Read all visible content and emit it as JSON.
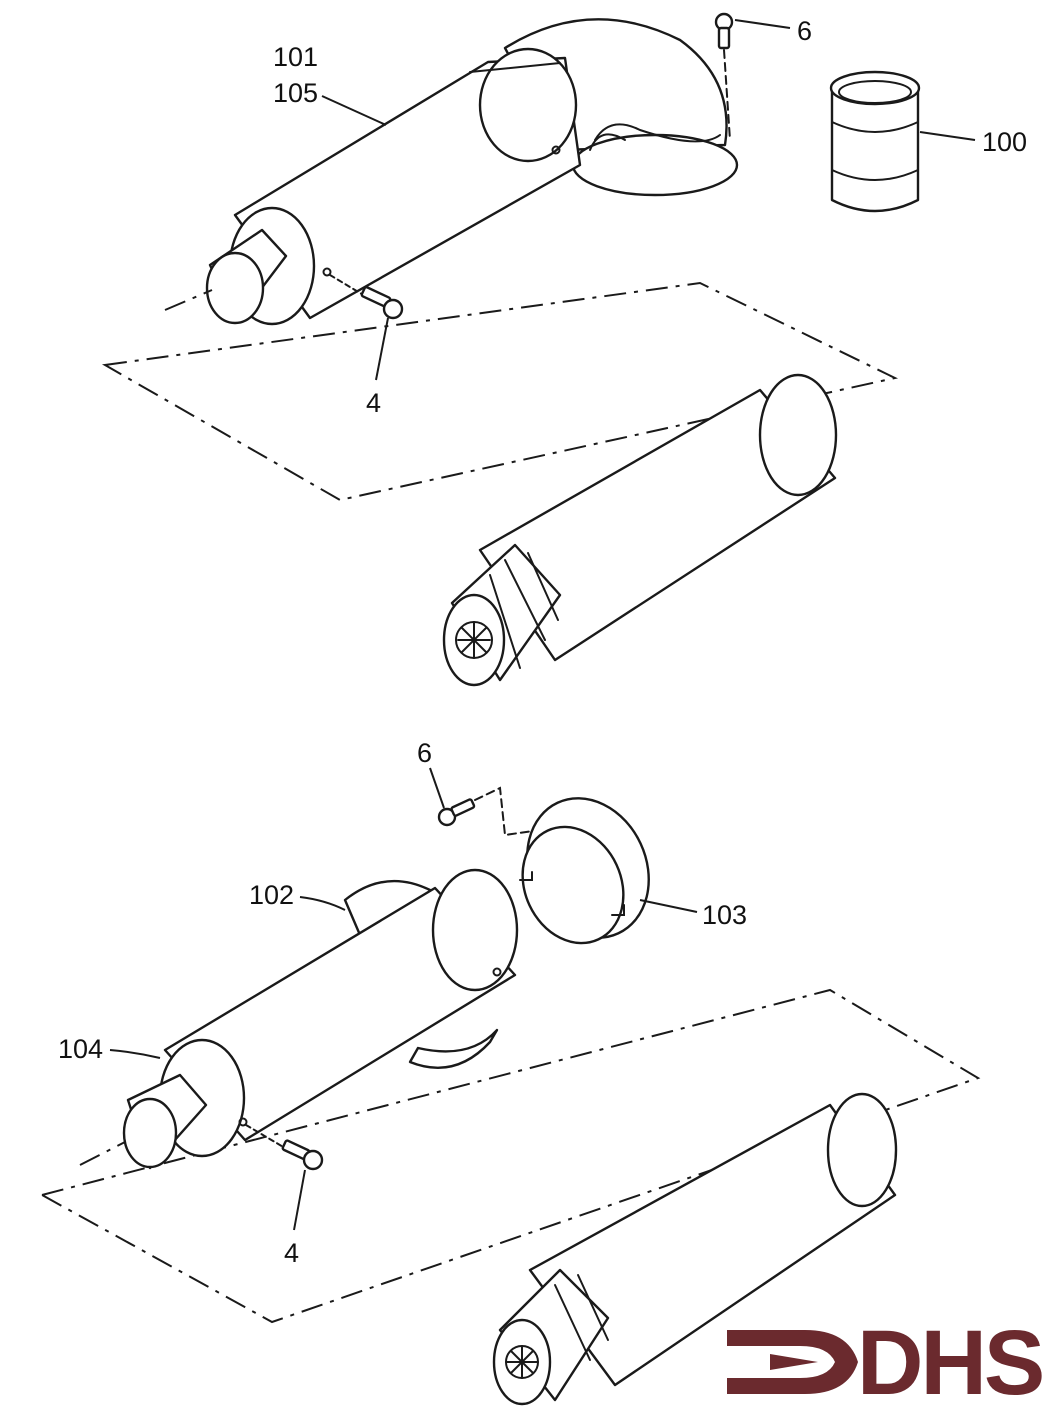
{
  "colors": {
    "line": "#1a1a1a",
    "paper": "#ffffff",
    "logo": "#6b2a2e"
  },
  "callouts": {
    "top": {
      "part_101": "101",
      "part_105": "105",
      "screw_6": "6",
      "coupler_100": "100",
      "screw_4": "4"
    },
    "bottom": {
      "screw_6": "6",
      "bracket_102": "102",
      "flange_103": "103",
      "pipe_104": "104",
      "screw_4": "4"
    }
  },
  "logo": {
    "text": "DHS",
    "icon": "hook-arrow-icon"
  }
}
